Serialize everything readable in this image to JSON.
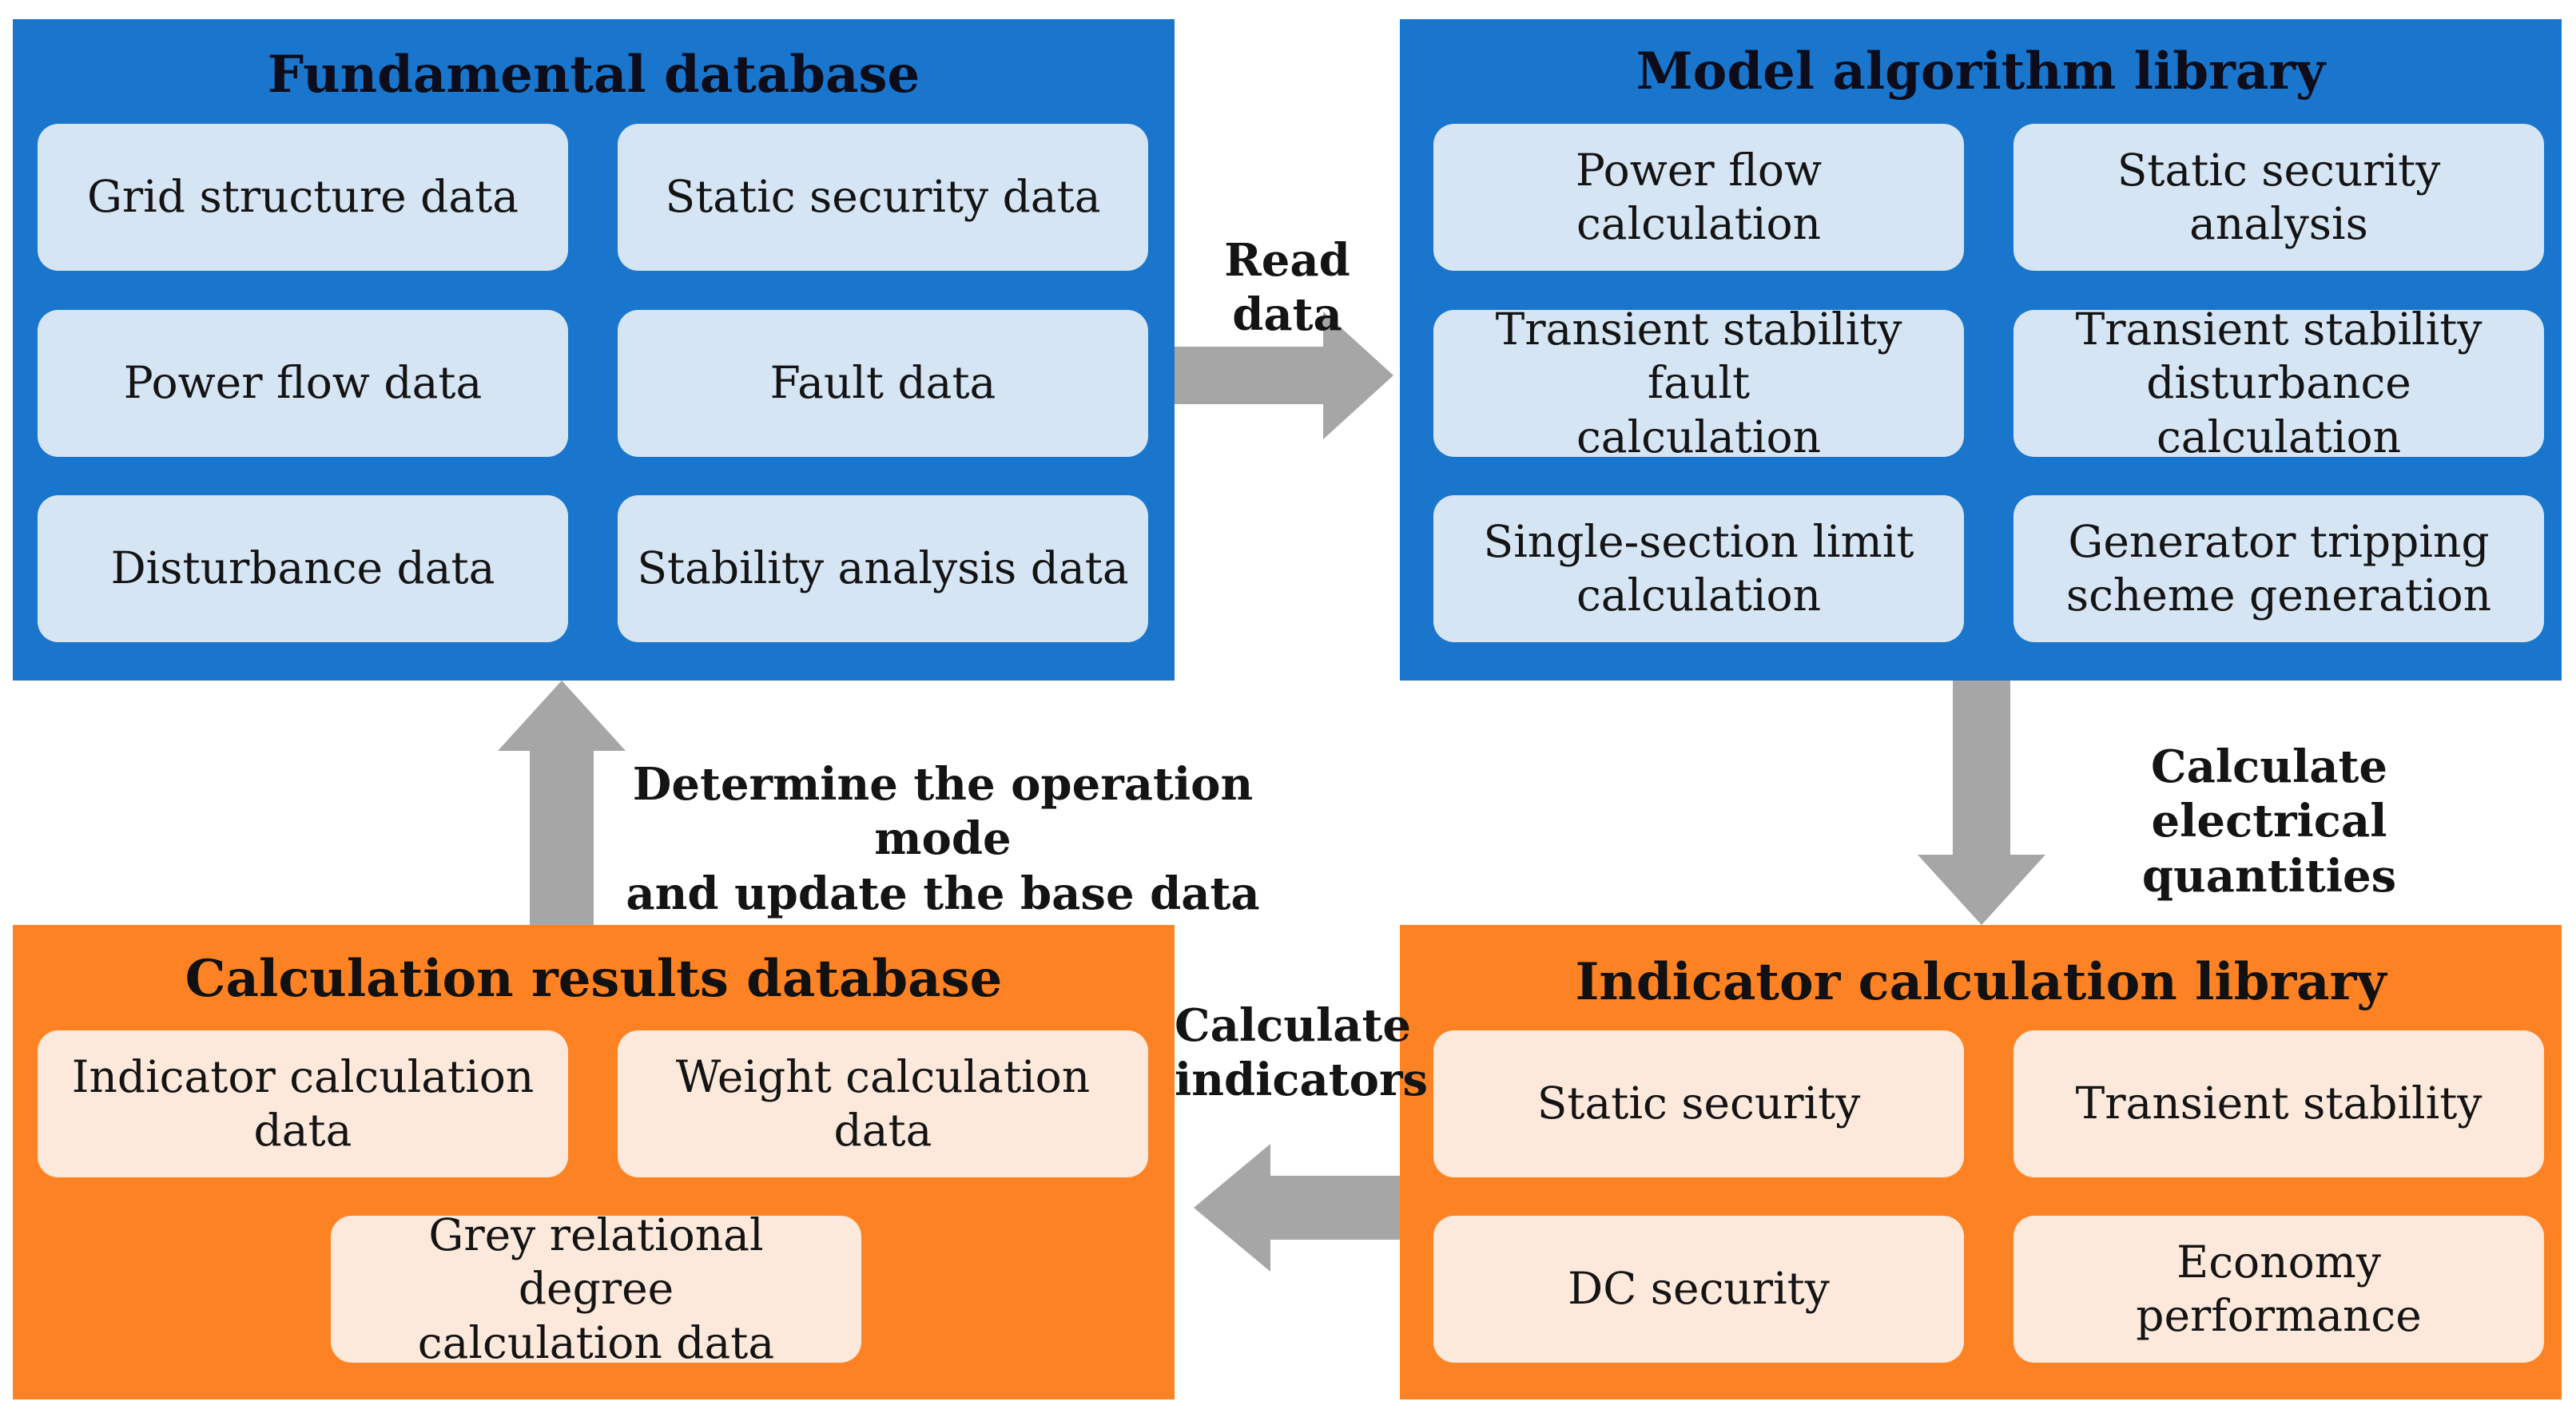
{
  "colors": {
    "blue_panel": "#1a76cc",
    "blue_card": "#d6e5f4",
    "orange_panel": "#fd8224",
    "orange_card": "#fde9db",
    "arrow": "#a6a6a6"
  },
  "fundamental_database": {
    "title": "Fundamental database",
    "items": [
      "Grid structure data",
      "Static security data",
      "Power flow data",
      "Fault data",
      "Disturbance data",
      "Stability analysis data"
    ]
  },
  "model_algorithm_library": {
    "title": "Model algorithm library",
    "items": [
      "Power flow calculation",
      "Static security analysis",
      "Transient stability fault\ncalculation",
      "Transient stability\ndisturbance calculation",
      "Single-section limit\ncalculation",
      "Generator tripping\nscheme generation"
    ]
  },
  "calculation_results_database": {
    "title": "Calculation results database",
    "items": [
      "Indicator calculation\ndata",
      "Weight calculation data",
      "Grey relational degree\ncalculation data"
    ]
  },
  "indicator_calculation_library": {
    "title": "Indicator calculation library",
    "items": [
      "Static security",
      "Transient stability",
      "DC security",
      "Economy performance"
    ]
  },
  "arrows": {
    "read_data": "Read data",
    "calculate_electrical_quantities": "Calculate electrical\nquantities",
    "calculate_indicators": "Calculate\nindicators",
    "determine_operation_mode": "Determine the operation mode\nand update the base data"
  }
}
